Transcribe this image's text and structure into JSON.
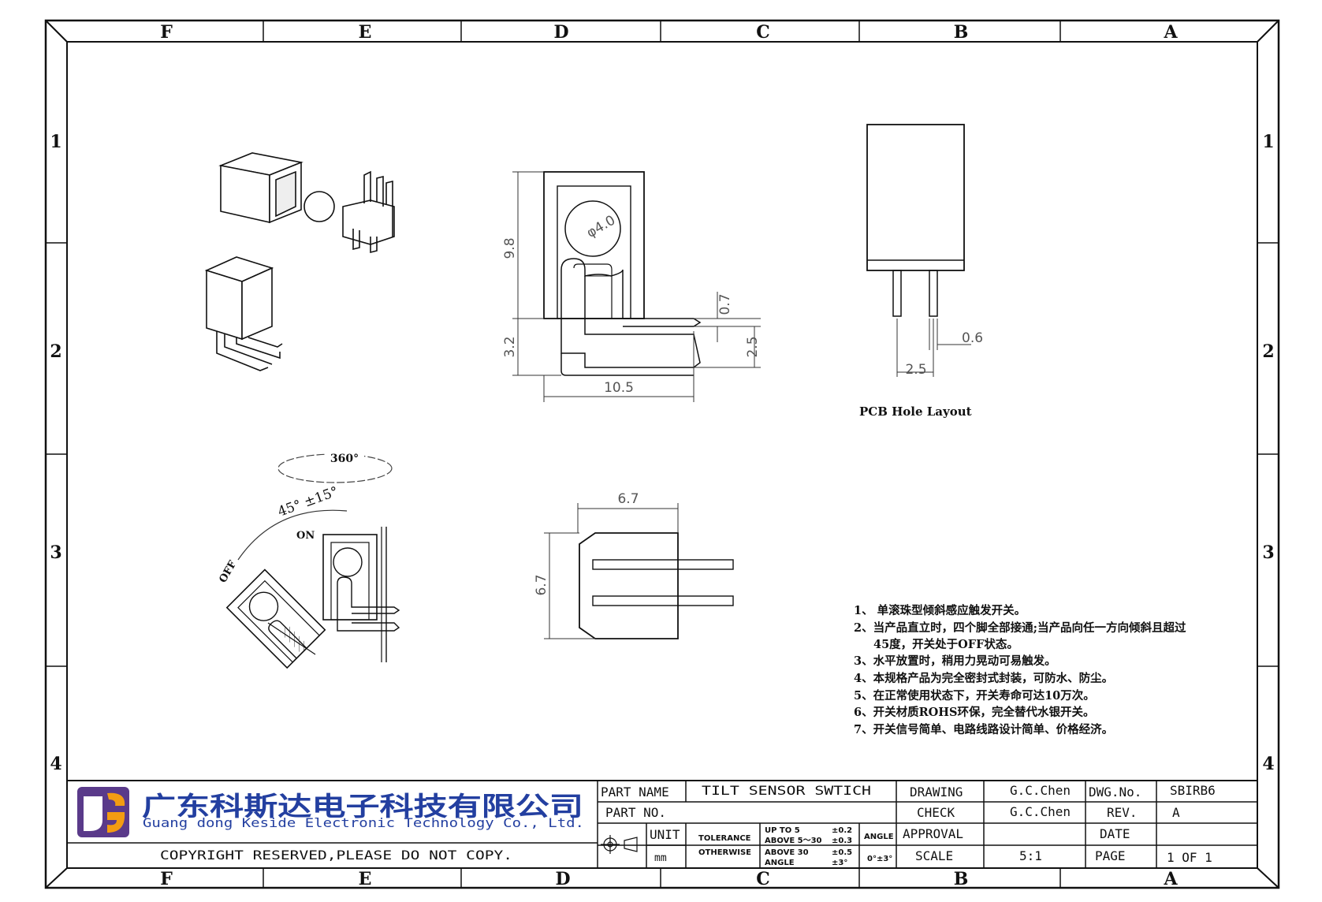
{
  "zones": {
    "columns": [
      "F",
      "E",
      "D",
      "C",
      "B",
      "A"
    ],
    "rows": [
      "1",
      "2",
      "3",
      "4"
    ]
  },
  "dimensions": {
    "ball_dia": "φ4.0",
    "height": "9.8",
    "base": "3.2",
    "pin": "0.7",
    "pin_pitch": "2.5",
    "length": "10.5",
    "width": "6.7",
    "depth": "6.7",
    "hole": "0.6",
    "hole_pitch": "2.5"
  },
  "labels": {
    "pcb_layout": "PCB Hole Layout",
    "rotation": "360°",
    "tilt_angle": "45° ±15°",
    "on": "ON",
    "off": "OFF"
  },
  "notes": [
    "1、 单滚珠型倾斜感应触发开关。",
    "2、当产品直立时，四个脚全部接通;当产品向任一方向倾斜且超过",
    "45度，开关处于OFF状态。",
    "3、水平放置时，稍用力晃动可易触发。",
    "4、本规格产品为完全密封式封装，可防水、防尘。",
    "5、在正常使用状态下，开关寿命可达10万次。",
    "6、开关材质ROHS环保，完全替代水银开关。",
    "7、开关信号简单、电路线路设计简单、价格经济。"
  ],
  "company": {
    "name_cn": "广东科斯达电子科技有限公司",
    "name_en": "Guang dong Keside  Electronic Technology Co., Ltd.",
    "copyright": "COPYRIGHT RESERVED,PLEASE DO NOT COPY."
  },
  "title_block": {
    "part_name_label": "PART NAME",
    "part_name": "TILT SENSOR SWTICH",
    "part_no_label": "PART NO.",
    "part_no": "",
    "unit_label": "UNIT",
    "unit": "mm",
    "tolerance_label": "TOLERANCE",
    "otherwise_label": "OTHERWISE",
    "tol_rows": [
      {
        "range": "UP TO 5",
        "value": "±0.2"
      },
      {
        "range": "ABOVE 5～30",
        "value": "±0.3"
      },
      {
        "range": "ABOVE 30",
        "value": "±0.5"
      },
      {
        "range": "ANGLE",
        "value": "±3°"
      }
    ],
    "angle_label": "ANGLE",
    "angle_value": "0°±3°",
    "drawing_label": "DRAWING",
    "drawing": "G.C.Chen",
    "check_label": "CHECK",
    "check": "G.C.Chen",
    "approval_label": "APPROVAL",
    "approval": "",
    "scale_label": "SCALE",
    "scale": "5:1",
    "dwg_no_label": "DWG.No.",
    "dwg_no": "SBIRB6",
    "rev_label": "REV.",
    "rev": "A",
    "date_label": "DATE",
    "date": "",
    "page_label": "PAGE",
    "page": "1 OF 1"
  }
}
